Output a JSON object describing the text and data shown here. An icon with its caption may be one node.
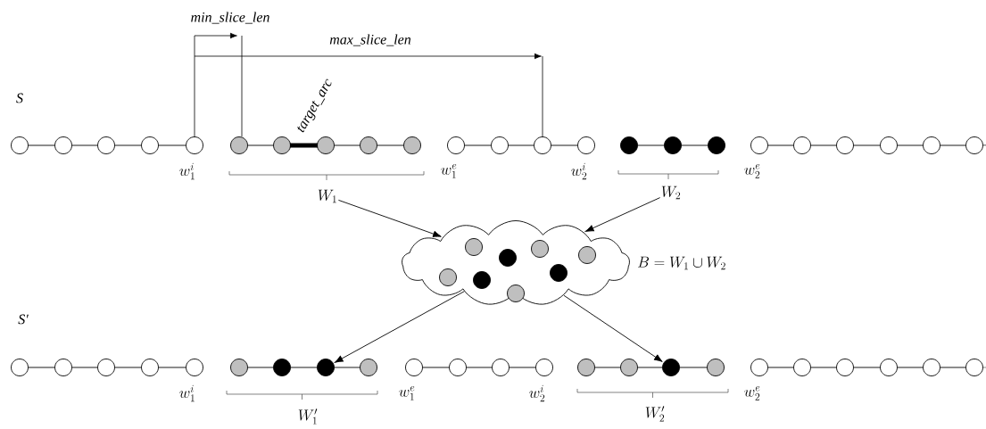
{
  "diagram": {
    "nodes": [
      {
        "text": [],
        "shape": "circle"
      },
      {
        "text": [],
        "shape": "circle"
      },
      {
        "text": [],
        "shape": "circle"
      },
      {
        "text": [],
        "shape": "circle"
      },
      {
        "text": [],
        "shape": "circle",
        "beside": [
          "w_1^i"
        ]
      },
      {
        "text": [],
        "shape": "circle"
      },
      {
        "text": [],
        "shape": "circle"
      },
      {
        "text": [],
        "shape": "circle"
      },
      {
        "text": [],
        "shape": "circle"
      },
      {
        "text": [],
        "shape": "circle"
      },
      {
        "text": [],
        "shape": "circle",
        "beside": [
          "w_1^e"
        ]
      },
      {
        "text": [],
        "shape": "circle"
      },
      {
        "text": [],
        "shape": "circle"
      },
      {
        "text": [],
        "shape": "circle",
        "beside": [
          "w_2^i"
        ]
      },
      {
        "text": [],
        "shape": "circle"
      },
      {
        "text": [],
        "shape": "circle"
      },
      {
        "text": [],
        "shape": "circle"
      },
      {
        "text": [],
        "shape": "circle",
        "beside": [
          "w_2^e"
        ]
      },
      {
        "text": [],
        "shape": "circle"
      },
      {
        "text": [],
        "shape": "circle"
      },
      {
        "text": [],
        "shape": "circle"
      },
      {
        "text": [],
        "shape": "circle"
      },
      {
        "text": [],
        "shape": "circle"
      },
      {
        "text": [
          "W_1"
        ]
      },
      {
        "text": [
          "W_2"
        ]
      },
      {
        "text": [],
        "shape": "cloud",
        "beside": [
          "B = W_1 \\cup W_2"
        ]
      },
      {
        "text": [],
        "shape": "circle",
        "in": 25
      },
      {
        "text": [],
        "shape": "circle",
        "in": 25
      },
      {
        "text": [],
        "shape": "circle",
        "in": 25
      },
      {
        "text": [],
        "shape": "circle",
        "in": 25
      },
      {
        "text": [],
        "shape": "circle",
        "in": 25
      },
      {
        "text": [],
        "shape": "circle",
        "in": 25
      },
      {
        "text": [],
        "shape": "circle",
        "in": 25
      },
      {
        "text": [],
        "shape": "circle",
        "in": 25
      },
      {
        "text": [],
        "shape": "circle"
      },
      {
        "text": [],
        "shape": "circle"
      },
      {
        "text": [],
        "shape": "circle"
      },
      {
        "text": [],
        "shape": "circle"
      },
      {
        "text": [],
        "shape": "circle",
        "beside": [
          "w_1^i"
        ]
      },
      {
        "text": [],
        "shape": "circle"
      },
      {
        "text": [],
        "shape": "circle"
      },
      {
        "text": [],
        "shape": "circle"
      },
      {
        "text": [],
        "shape": "circle"
      },
      {
        "text": [],
        "shape": "circle",
        "beside": [
          "w_1^e"
        ]
      },
      {
        "text": [],
        "shape": "circle"
      },
      {
        "text": [],
        "shape": "circle"
      },
      {
        "text": [],
        "shape": "circle",
        "beside": [
          "w_2^i"
        ]
      },
      {
        "text": [],
        "shape": "circle"
      },
      {
        "text": [],
        "shape": "circle"
      },
      {
        "text": [],
        "shape": "circle"
      },
      {
        "text": [],
        "shape": "circle"
      },
      {
        "text": [],
        "shape": "circle",
        "beside": [
          "w_2^e"
        ]
      },
      {
        "text": [],
        "shape": "circle"
      },
      {
        "text": [],
        "shape": "circle"
      },
      {
        "text": [],
        "shape": "circle"
      },
      {
        "text": [],
        "shape": "circle"
      },
      {
        "text": [],
        "shape": "circle"
      },
      {
        "text": [
          "W'_1"
        ]
      },
      {
        "text": [
          "W'_2"
        ]
      }
    ],
    "edges": [
      {
        "from": 0,
        "to": 1,
        "arrow": "none"
      },
      {
        "from": 1,
        "to": 2,
        "arrow": "none"
      },
      {
        "from": 2,
        "to": 3,
        "arrow": "none"
      },
      {
        "from": 3,
        "to": 4,
        "arrow": "none"
      },
      {
        "from": 5,
        "to": 6,
        "arrow": "none"
      },
      {
        "from": 6,
        "to": 7,
        "arrow": "none",
        "label": "target_arc",
        "style": "thick"
      },
      {
        "from": 7,
        "to": 8,
        "arrow": "none"
      },
      {
        "from": 8,
        "to": 9,
        "arrow": "none"
      },
      {
        "from": 10,
        "to": 11,
        "arrow": "none"
      },
      {
        "from": 11,
        "to": 12,
        "arrow": "none"
      },
      {
        "from": 12,
        "to": 13,
        "arrow": "none"
      },
      {
        "from": 14,
        "to": 15,
        "arrow": "none"
      },
      {
        "from": 15,
        "to": 16,
        "arrow": "none"
      },
      {
        "from": 17,
        "to": 18,
        "arrow": "none"
      },
      {
        "from": 18,
        "to": 19,
        "arrow": "none"
      },
      {
        "from": 19,
        "to": 20,
        "arrow": "none"
      },
      {
        "from": 20,
        "to": 21,
        "arrow": "none"
      },
      {
        "from": 21,
        "to": 22,
        "arrow": "none"
      },
      {
        "from": 22,
        "to": null,
        "arrow": "none"
      },
      {
        "from": 23,
        "to": 25,
        "arrow": "to"
      },
      {
        "from": 24,
        "to": 25,
        "arrow": "to"
      },
      {
        "from": 25,
        "to": 41,
        "arrow": "to"
      },
      {
        "from": 25,
        "to": 49,
        "arrow": "to"
      },
      {
        "from": 34,
        "to": 35,
        "arrow": "none"
      },
      {
        "from": 35,
        "to": 36,
        "arrow": "none"
      },
      {
        "from": 36,
        "to": 37,
        "arrow": "none"
      },
      {
        "from": 37,
        "to": 38,
        "arrow": "none"
      },
      {
        "from": 39,
        "to": 40,
        "arrow": "none"
      },
      {
        "from": 40,
        "to": 41,
        "arrow": "none"
      },
      {
        "from": 41,
        "to": 42,
        "arrow": "none"
      },
      {
        "from": 43,
        "to": 44,
        "arrow": "none"
      },
      {
        "from": 44,
        "to": 45,
        "arrow": "none"
      },
      {
        "from": 45,
        "to": 46,
        "arrow": "none"
      },
      {
        "from": 47,
        "to": 48,
        "arrow": "none"
      },
      {
        "from": 48,
        "to": 49,
        "arrow": "none"
      },
      {
        "from": 49,
        "to": 50,
        "arrow": "none"
      },
      {
        "from": 51,
        "to": 52,
        "arrow": "none"
      },
      {
        "from": 52,
        "to": 53,
        "arrow": "none"
      },
      {
        "from": 53,
        "to": 54,
        "arrow": "none"
      },
      {
        "from": 54,
        "to": 55,
        "arrow": "none"
      },
      {
        "from": 55,
        "to": 56,
        "arrow": "none"
      },
      {
        "from": 56,
        "to": null,
        "arrow": "none"
      }
    ],
    "labels": [
      "min_slice_len",
      "max_slice_len",
      "S",
      "S′"
    ]
  }
}
